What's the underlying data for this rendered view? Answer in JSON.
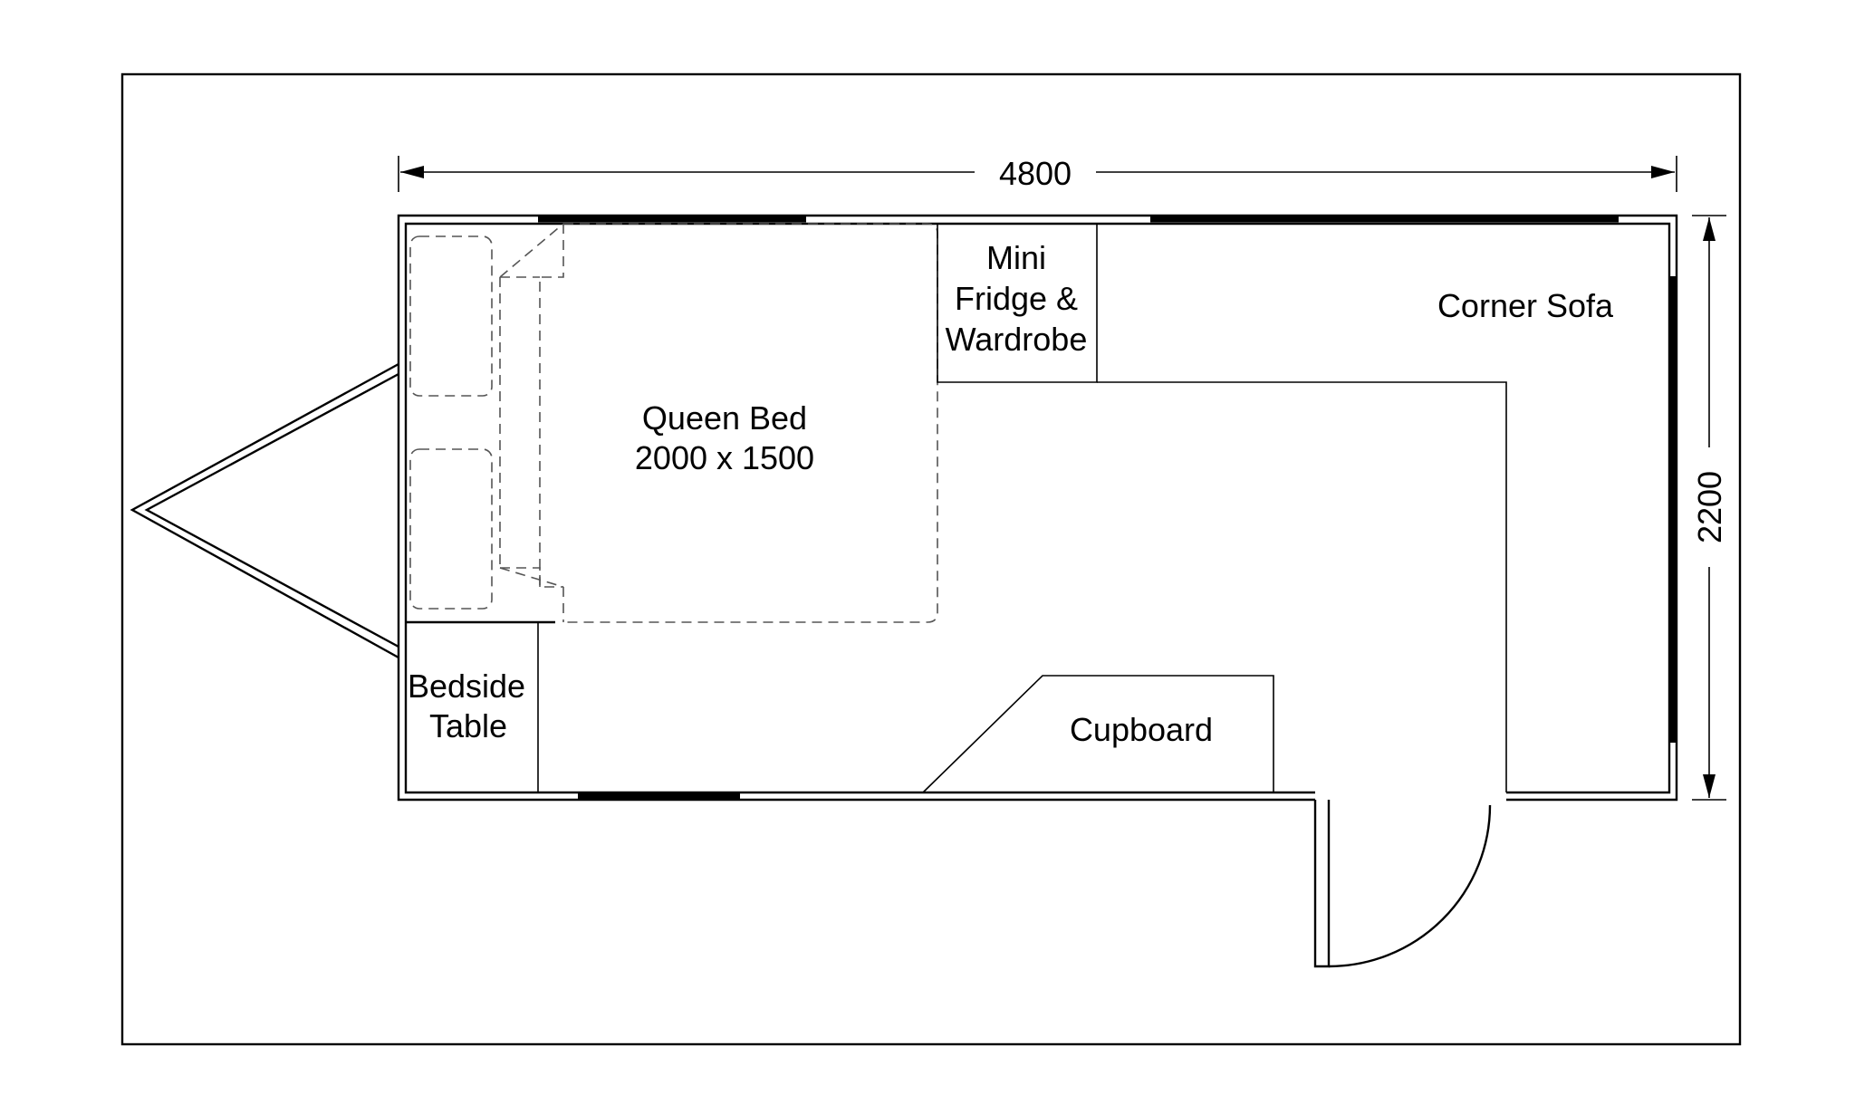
{
  "dimensions": {
    "length": "4800",
    "width": "2200"
  },
  "rooms": {
    "bed_line1": "Queen Bed",
    "bed_line2": "2000 x 1500",
    "fridge_line1": "Mini",
    "fridge_line2": "Fridge &",
    "fridge_line3": "Wardrobe",
    "sofa": "Corner Sofa",
    "bedside_line1": "Bedside",
    "bedside_line2": "Table",
    "cupboard": "Cupboard"
  }
}
